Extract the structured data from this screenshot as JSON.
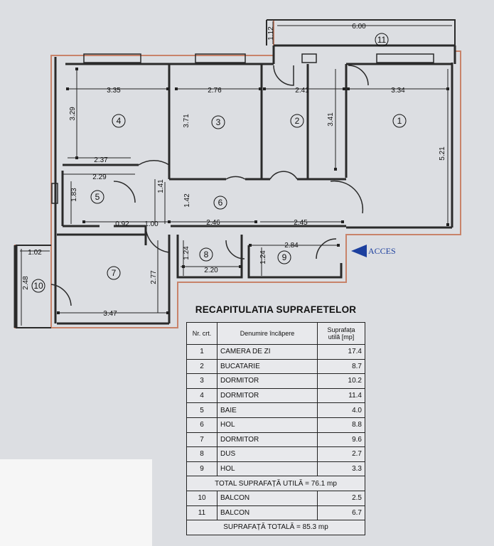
{
  "plan": {
    "room_numbers": [
      "1",
      "2",
      "3",
      "4",
      "5",
      "6",
      "7",
      "8",
      "9",
      "10",
      "11"
    ],
    "dimensions": {
      "room1_width": "3.34",
      "room1_height": "5.21",
      "room2_width": "2.41",
      "room2_height": "3.41",
      "room3_width": "2.76",
      "room3_height": "3.71",
      "room4_width": "3.35",
      "room4_height": "3.29",
      "room4_bottom": "2.37",
      "room5_width": "2.29",
      "room5_height": "1.83",
      "room5_bottom": "0.92",
      "room6_a": "1.41",
      "room6_b": "1.42",
      "room6_c": "1.00",
      "room6_d": "2.46",
      "room6_e": "2.45",
      "room7_width": "3.47",
      "room7_height": "2.77",
      "room8_width": "2.20",
      "room8_height": "1.24",
      "room9_width": "2.84",
      "room9_height": "1.24",
      "room10_width": "1.02",
      "room10_height": "2.48",
      "room11_width": "6.00",
      "room11_height": "1.12"
    },
    "entrance_label": "ACCES",
    "colors": {
      "walls": "#2a2a2a",
      "outline": "#c8836a",
      "arrow": "#1c3f9e"
    }
  },
  "summary": {
    "title": "RECAPITULATIA SUPRAFETELOR",
    "headers": {
      "nr": "Nr. crt.",
      "denumire": "Denumire încăpere",
      "suprafata": "Suprafața utilă [mp]"
    },
    "rows": [
      {
        "nr": "1",
        "denumire": "CAMERA DE ZI",
        "suprafata": "17.4"
      },
      {
        "nr": "2",
        "denumire": "BUCATARIE",
        "suprafata": "8.7"
      },
      {
        "nr": "3",
        "denumire": "DORMITOR",
        "suprafata": "10.2"
      },
      {
        "nr": "4",
        "denumire": "DORMITOR",
        "suprafata": "11.4"
      },
      {
        "nr": "5",
        "denumire": "BAIE",
        "suprafata": "4.0"
      },
      {
        "nr": "6",
        "denumire": "HOL",
        "suprafata": "8.8"
      },
      {
        "nr": "7",
        "denumire": "DORMITOR",
        "suprafata": "9.6"
      },
      {
        "nr": "8",
        "denumire": "DUS",
        "suprafata": "2.7"
      },
      {
        "nr": "9",
        "denumire": "HOL",
        "suprafata": "3.3"
      }
    ],
    "total_util": "TOTAL SUPRAFAȚĂ UTILĂ = 76.1 mp",
    "balcony_rows": [
      {
        "nr": "10",
        "denumire": "BALCON",
        "suprafata": "2.5"
      },
      {
        "nr": "11",
        "denumire": "BALCON",
        "suprafata": "6.7"
      }
    ],
    "total": "SUPRAFAȚĂ TOTALĂ = 85.3 mp"
  }
}
